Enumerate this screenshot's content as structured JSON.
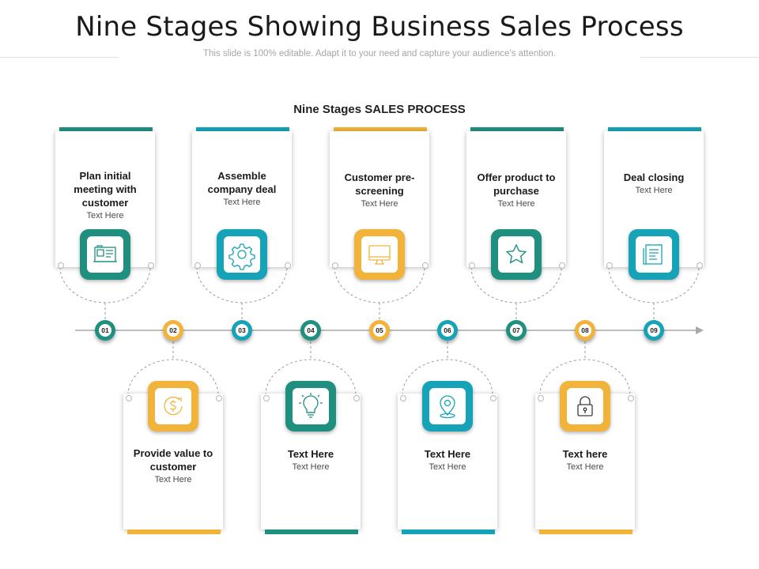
{
  "header": {
    "title": "Nine Stages Showing Business Sales Process",
    "subtitle": "This slide is 100% editable. Adapt it to your need and capture your audience’s attention."
  },
  "diagram": {
    "section_title": "Nine Stages SALES PROCESS",
    "stages": [
      {
        "number": "01",
        "heading": "Plan initial meeting with customer",
        "text": "Text Here",
        "icon": "blueprint-icon",
        "color": "#1f8f80"
      },
      {
        "number": "02",
        "heading": "Provide value to customer",
        "text": "Text Here",
        "icon": "dollar-icon",
        "color": "#f1b33a"
      },
      {
        "number": "03",
        "heading": "Assemble company deal",
        "text": "Text Here",
        "icon": "gear-icon",
        "color": "#16a3b7"
      },
      {
        "number": "04",
        "heading": "Text Here",
        "text": "Text Here",
        "icon": "lightbulb-icon",
        "color": "#1f8f80"
      },
      {
        "number": "05",
        "heading": "Customer pre-screening",
        "text": "Text Here",
        "icon": "monitor-icon",
        "color": "#f1b33a"
      },
      {
        "number": "06",
        "heading": "Text Here",
        "text": "Text Here",
        "icon": "location-pin-icon",
        "color": "#16a3b7"
      },
      {
        "number": "07",
        "heading": "Offer product to purchase",
        "text": "Text Here",
        "icon": "star-icon",
        "color": "#1f8f80"
      },
      {
        "number": "08",
        "heading": "Text here",
        "text": "Text Here",
        "icon": "padlock-icon",
        "color": "#f1b33a"
      },
      {
        "number": "09",
        "heading": "Deal closing",
        "text": "Text Here",
        "icon": "document-icon",
        "color": "#16a3b7"
      }
    ]
  },
  "colors": {
    "teal": "#1f8f80",
    "cyan": "#16a3b7",
    "gold": "#f1b33a"
  }
}
